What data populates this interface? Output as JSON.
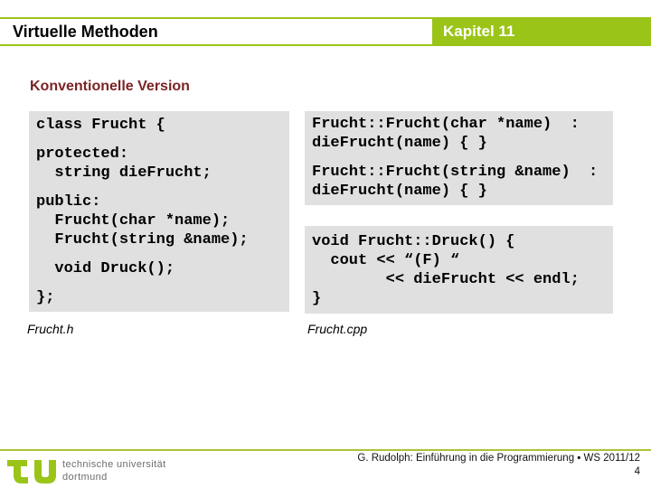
{
  "header": {
    "title": "Virtuelle Methoden",
    "chapter_label": "Kapitel 11"
  },
  "subheading": "Konventionelle Version",
  "code": {
    "frucht_h": {
      "label": "Frucht.h",
      "lines": [
        "class Frucht {",
        "",
        "protected:",
        "  string dieFrucht;",
        "",
        "public:",
        "  Frucht(char *name);",
        "  Frucht(string &name);",
        "",
        "  void Druck();",
        "",
        "};"
      ]
    },
    "frucht_cpp_constructors": {
      "lines": [
        "Frucht::Frucht(char *name)  :",
        "dieFrucht(name) { }",
        "",
        "Frucht::Frucht(string &name)  :",
        "dieFrucht(name) { }"
      ]
    },
    "frucht_cpp_druck": {
      "lines": [
        "void Frucht::Druck() {",
        "  cout << “(F) “",
        "        << dieFrucht << endl;",
        "}"
      ]
    },
    "cpp_label": "Frucht.cpp"
  },
  "footer": {
    "university_line1": "technische universität",
    "university_line2": "dortmund",
    "credit": "G. Rudolph: Einführung in die Programmierung ▪ WS 2011/12",
    "page_number": "4"
  },
  "colors": {
    "green": "#9BC418",
    "rule_green": "#A8C433",
    "code_background": "#E0E0E0",
    "subheading_color": "#7B2424",
    "university_text_gray": "#6E6E6E"
  }
}
